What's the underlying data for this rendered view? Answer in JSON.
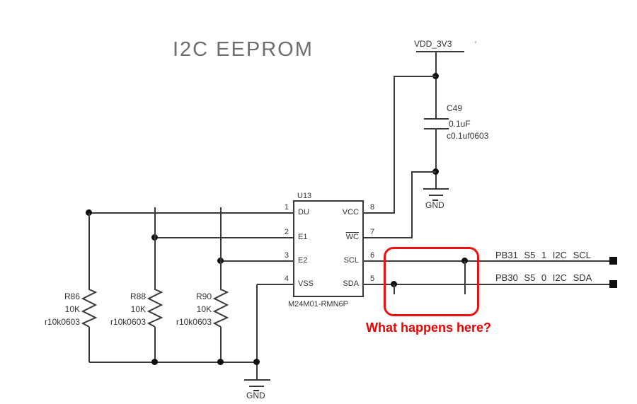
{
  "title": "I2C EEPROM",
  "colors": {
    "wire": "#3a3a3a",
    "text": "#333333",
    "annotation": "#ee0000",
    "title": "#6e6e6e"
  },
  "power": {
    "vdd_label": "VDD_3V3",
    "vdd_tick": "'",
    "gnd_top_label": "GND",
    "gnd_bottom_label": "GND"
  },
  "capacitor": {
    "ref": "C49",
    "value": "0.1uF",
    "footprint": "c0.1uf0603"
  },
  "ic": {
    "ref": "U13",
    "part": "M24M01-RMN6P",
    "left_pins": [
      {
        "num": "1",
        "name": "DU"
      },
      {
        "num": "2",
        "name": "E1"
      },
      {
        "num": "3",
        "name": "E2"
      },
      {
        "num": "4",
        "name": "VSS"
      }
    ],
    "right_pins": [
      {
        "num": "8",
        "name": "VCC"
      },
      {
        "num": "7",
        "name": "WC"
      },
      {
        "num": "6",
        "name": "SCL"
      },
      {
        "num": "5",
        "name": "SDA"
      }
    ]
  },
  "resistors": [
    {
      "ref": "R86",
      "value": "10K",
      "footprint": "r10k0603"
    },
    {
      "ref": "R88",
      "value": "10K",
      "footprint": "r10k0603"
    },
    {
      "ref": "R90",
      "value": "10K",
      "footprint": "r10k0603"
    }
  ],
  "nets": [
    {
      "label": "PB31 S5 1 I2C SCL"
    },
    {
      "label": "PB30 S5 0 I2C SDA"
    }
  ],
  "annotation": {
    "question": "What happens here?"
  }
}
